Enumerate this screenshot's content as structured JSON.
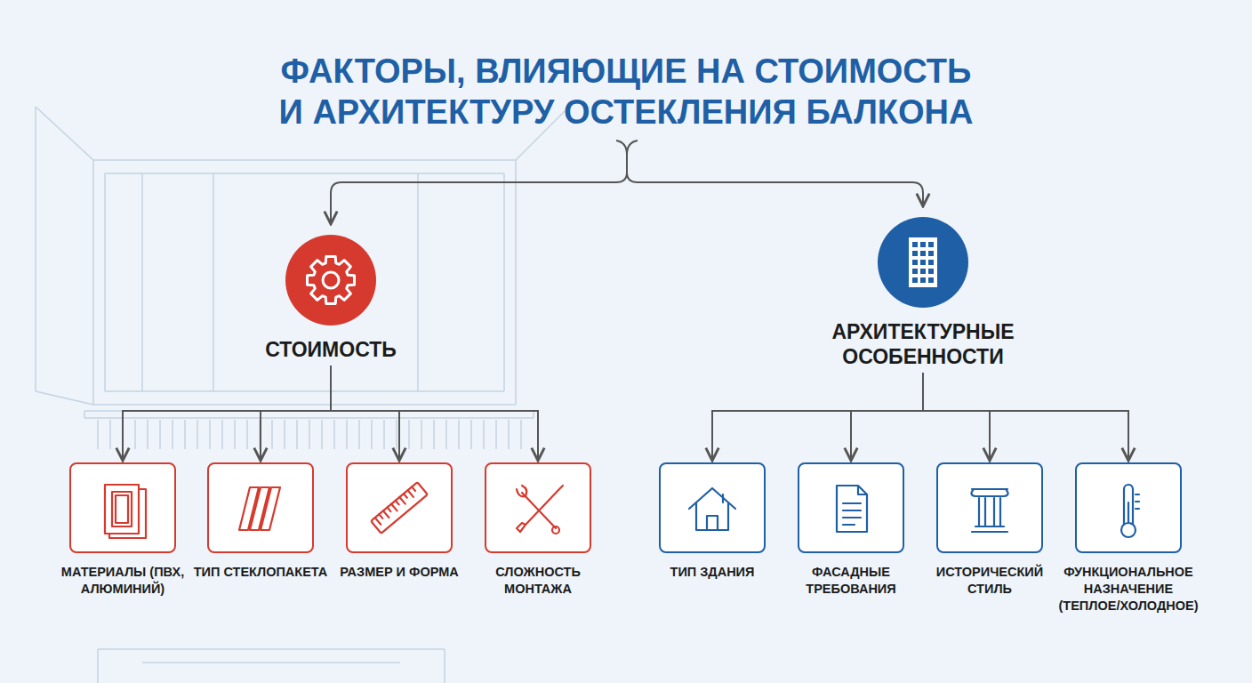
{
  "diagram": {
    "title": "ФАКТОРЫ, ВЛИЯЮЩИЕ НА СТОИМОСТЬ И АРХИТЕКТУРУ ОСТЕКЛЕНИЯ БАЛКОНА",
    "nodes": [
      {
        "text": [
          "СТОИМОСТЬ"
        ]
      },
      {
        "text": [
          "АРХИТЕКТУРНЫЕ ОСОБЕННОСТИ"
        ]
      },
      {
        "text": [
          "МАТЕРИАЛЫ (ПВХ, АЛЮМИНИЙ)"
        ]
      },
      {
        "text": [
          "ТИП СТЕКЛОПАКЕТА"
        ]
      },
      {
        "text": [
          "РАЗМЕР И ФОРМА"
        ]
      },
      {
        "text": [
          "СЛОЖНОСТЬ МОНТАЖА"
        ]
      },
      {
        "text": [
          "ТИП ЗДАНИЯ"
        ]
      },
      {
        "text": [
          "ФАСАДНЫЕ ТРЕБОВАНИЯ"
        ]
      },
      {
        "text": [
          "ИСТОРИЧЕСКИЙ СТИЛЬ"
        ]
      },
      {
        "text": [
          "ФУНКЦИОНАЛЬНОЕ НАЗНАЧЕНИЕ (ТЕПЛОЕ/ХОЛОДНОЕ)"
        ]
      }
    ],
    "edges": [
      {
        "from": 0,
        "to": 2,
        "arrow": "to"
      },
      {
        "from": 0,
        "to": 3,
        "arrow": "to"
      },
      {
        "from": 0,
        "to": 4,
        "arrow": "to"
      },
      {
        "from": 0,
        "to": 5,
        "arrow": "to"
      },
      {
        "from": 1,
        "to": 6,
        "arrow": "to"
      },
      {
        "from": 1,
        "to": 7,
        "arrow": "to"
      },
      {
        "from": 1,
        "to": 8,
        "arrow": "to"
      },
      {
        "from": 1,
        "to": 9,
        "arrow": "to"
      }
    ]
  }
}
